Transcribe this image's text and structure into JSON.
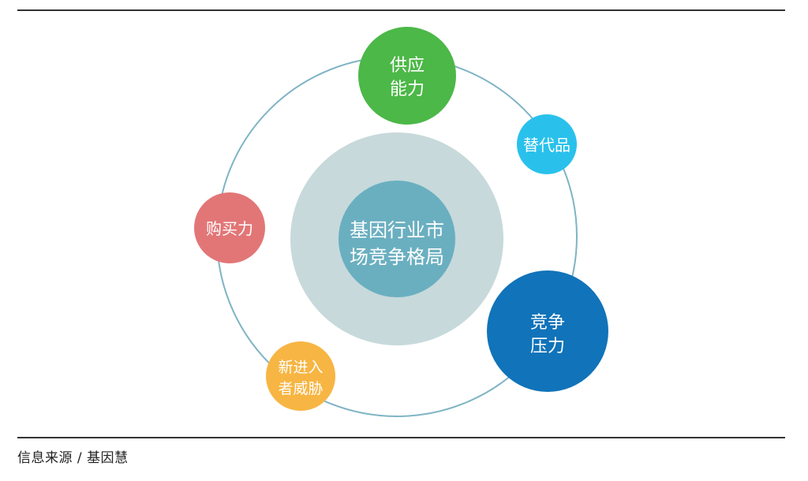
{
  "center": {
    "label_line1": "基因行业市",
    "label_line2": "场竞争格局",
    "outer_color": "#c7d9db",
    "inner_color": "#6aafc0"
  },
  "ring_color": "#7fb4c4",
  "forces": [
    {
      "key": "supply",
      "line1": "供应",
      "line2": "能力",
      "color": "#4cb848"
    },
    {
      "key": "substitute",
      "line1": "替代品",
      "line2": "",
      "color": "#29c1ec"
    },
    {
      "key": "competition",
      "line1": "竞争",
      "line2": "压力",
      "color": "#1173b9"
    },
    {
      "key": "new-entrant",
      "line1": "新进入",
      "line2": "者威胁",
      "color": "#f7b543"
    },
    {
      "key": "buying-power",
      "line1": "购买力",
      "line2": "",
      "color": "#e27677"
    }
  ],
  "source": "信息来源 / 基因慧"
}
